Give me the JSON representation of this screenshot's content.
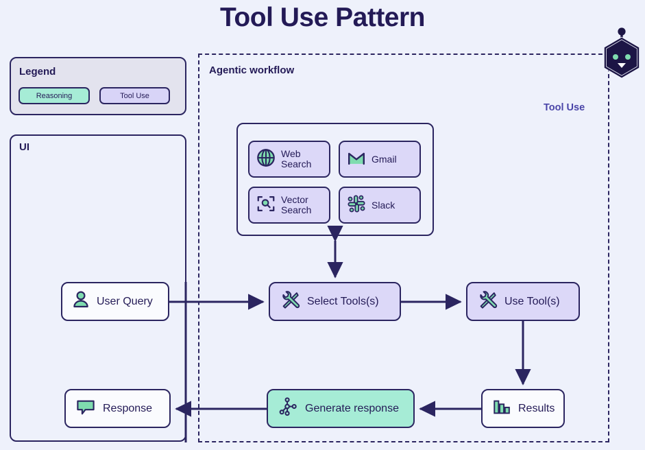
{
  "title": "Tool Use Pattern",
  "colors": {
    "background": "#eef1fb",
    "ink": "#231a56",
    "stroke": "#2b2560",
    "reasoning": "#a6ecd6",
    "tool_use": "#dcd8f8",
    "legend_panel": "#e3e3ee",
    "accent_purple_text": "#4a45a8",
    "node_white": "#fafbfe"
  },
  "legend": {
    "title": "Legend",
    "items": [
      {
        "label": "Reasoning",
        "color": "#a6ecd6"
      },
      {
        "label": "Tool Use",
        "color": "#dcd8f8"
      }
    ]
  },
  "ui_panel": {
    "title": "UI"
  },
  "agentic": {
    "title": "Agentic workflow",
    "side_label": "Tool Use"
  },
  "tools": [
    {
      "name": "Web Search",
      "icon": "globe-icon"
    },
    {
      "name": "Gmail",
      "icon": "gmail-icon"
    },
    {
      "name": "Vector Search",
      "icon": "vector-search-icon"
    },
    {
      "name": "Slack",
      "icon": "slack-icon"
    }
  ],
  "nodes": {
    "user_query": {
      "label": "User Query",
      "icon": "user-icon",
      "fill": "#fafbfe"
    },
    "select_tools": {
      "label": "Select Tools(s)",
      "icon": "tools-icon",
      "fill": "#dcd8f8"
    },
    "use_tools": {
      "label": "Use Tool(s)",
      "icon": "tools-icon",
      "fill": "#dcd8f8"
    },
    "results": {
      "label": "Results",
      "icon": "bar-chart-icon",
      "fill": "#fafbfe"
    },
    "generate": {
      "label": "Generate response",
      "icon": "graph-node-icon",
      "fill": "#a6ecd6"
    },
    "response": {
      "label": "Response",
      "icon": "speech-bubble-icon",
      "fill": "#fafbfe"
    }
  },
  "robot": {
    "icon": "robot-agent-icon"
  }
}
